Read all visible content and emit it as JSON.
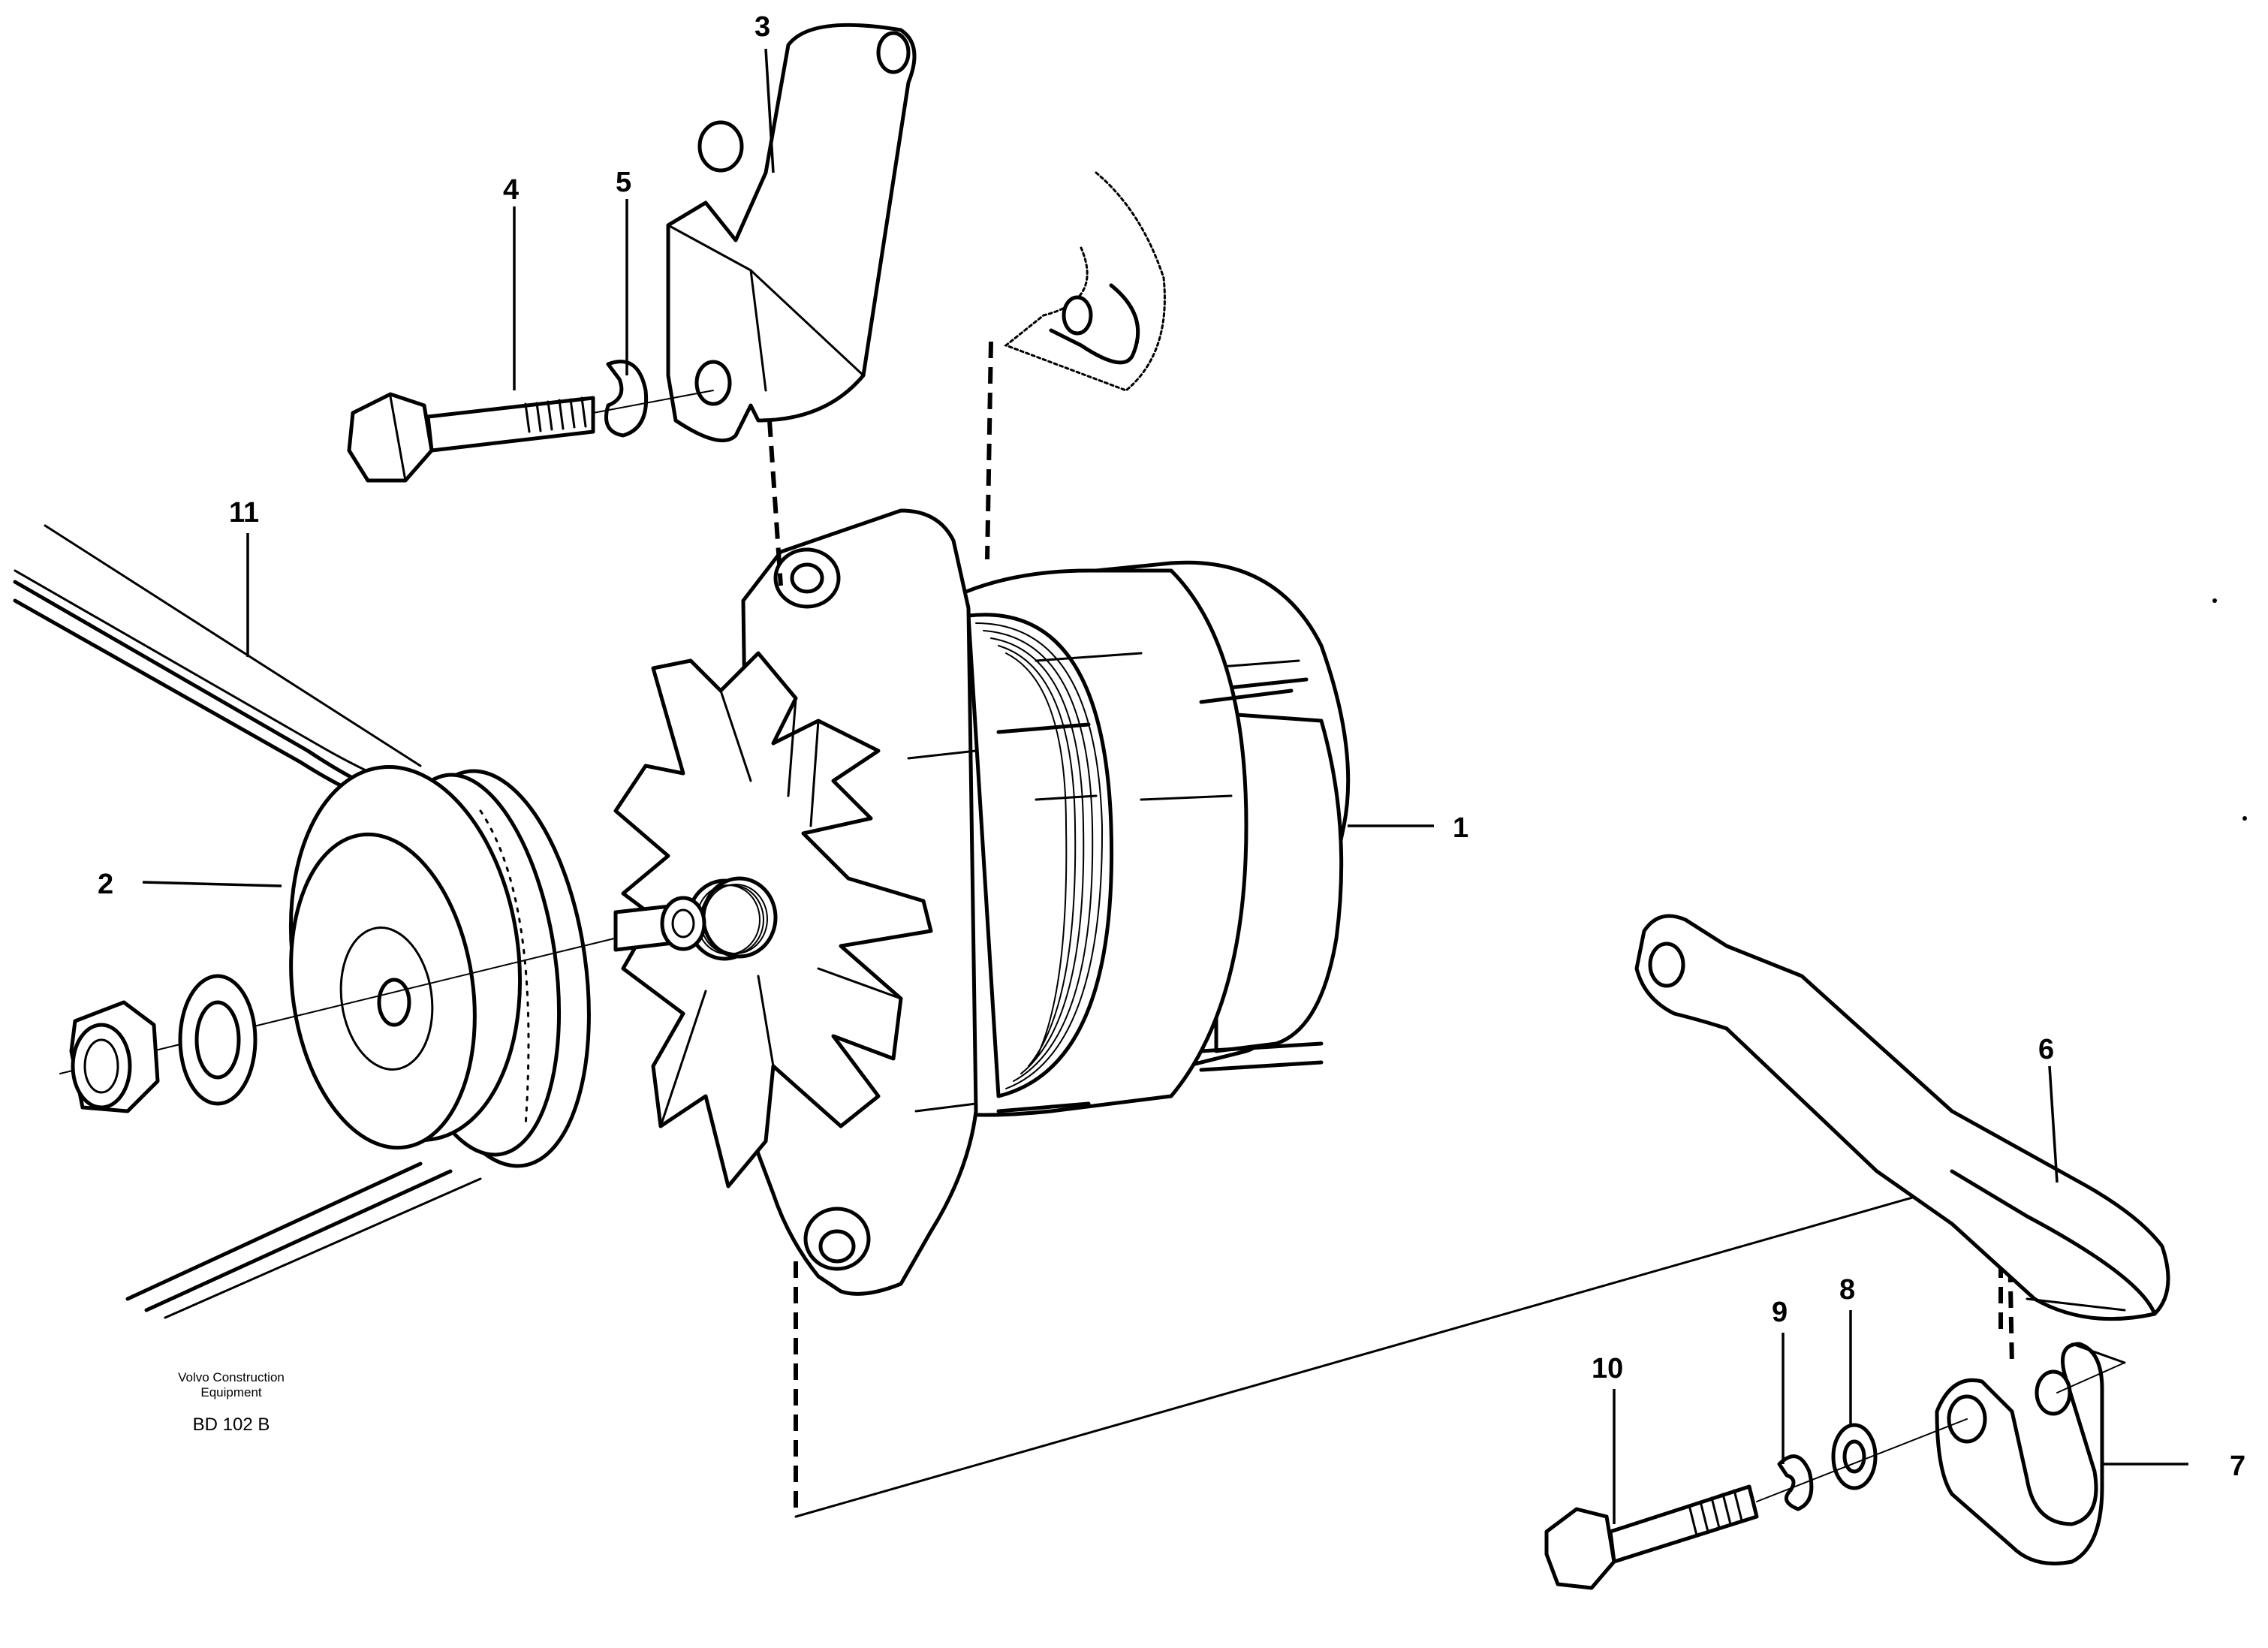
{
  "callouts": [
    {
      "id": "1",
      "label": "1",
      "part": "alternator"
    },
    {
      "id": "2",
      "label": "2",
      "part": "pulley"
    },
    {
      "id": "3",
      "label": "3",
      "part": "upper-bracket"
    },
    {
      "id": "4",
      "label": "4",
      "part": "upper-bolt"
    },
    {
      "id": "5",
      "label": "5",
      "part": "upper-lock-washer"
    },
    {
      "id": "6",
      "label": "6",
      "part": "adjusting-bar"
    },
    {
      "id": "7",
      "label": "7",
      "part": "lower-bracket"
    },
    {
      "id": "8",
      "label": "8",
      "part": "flat-washer"
    },
    {
      "id": "9",
      "label": "9",
      "part": "lock-washer"
    },
    {
      "id": "10",
      "label": "10",
      "part": "lower-bolt"
    },
    {
      "id": "11",
      "label": "11",
      "part": "v-belt"
    }
  ],
  "caption": {
    "company_line1": "Volvo Construction",
    "company_line2": "Equipment",
    "drawing_code": "BD 102 B"
  }
}
